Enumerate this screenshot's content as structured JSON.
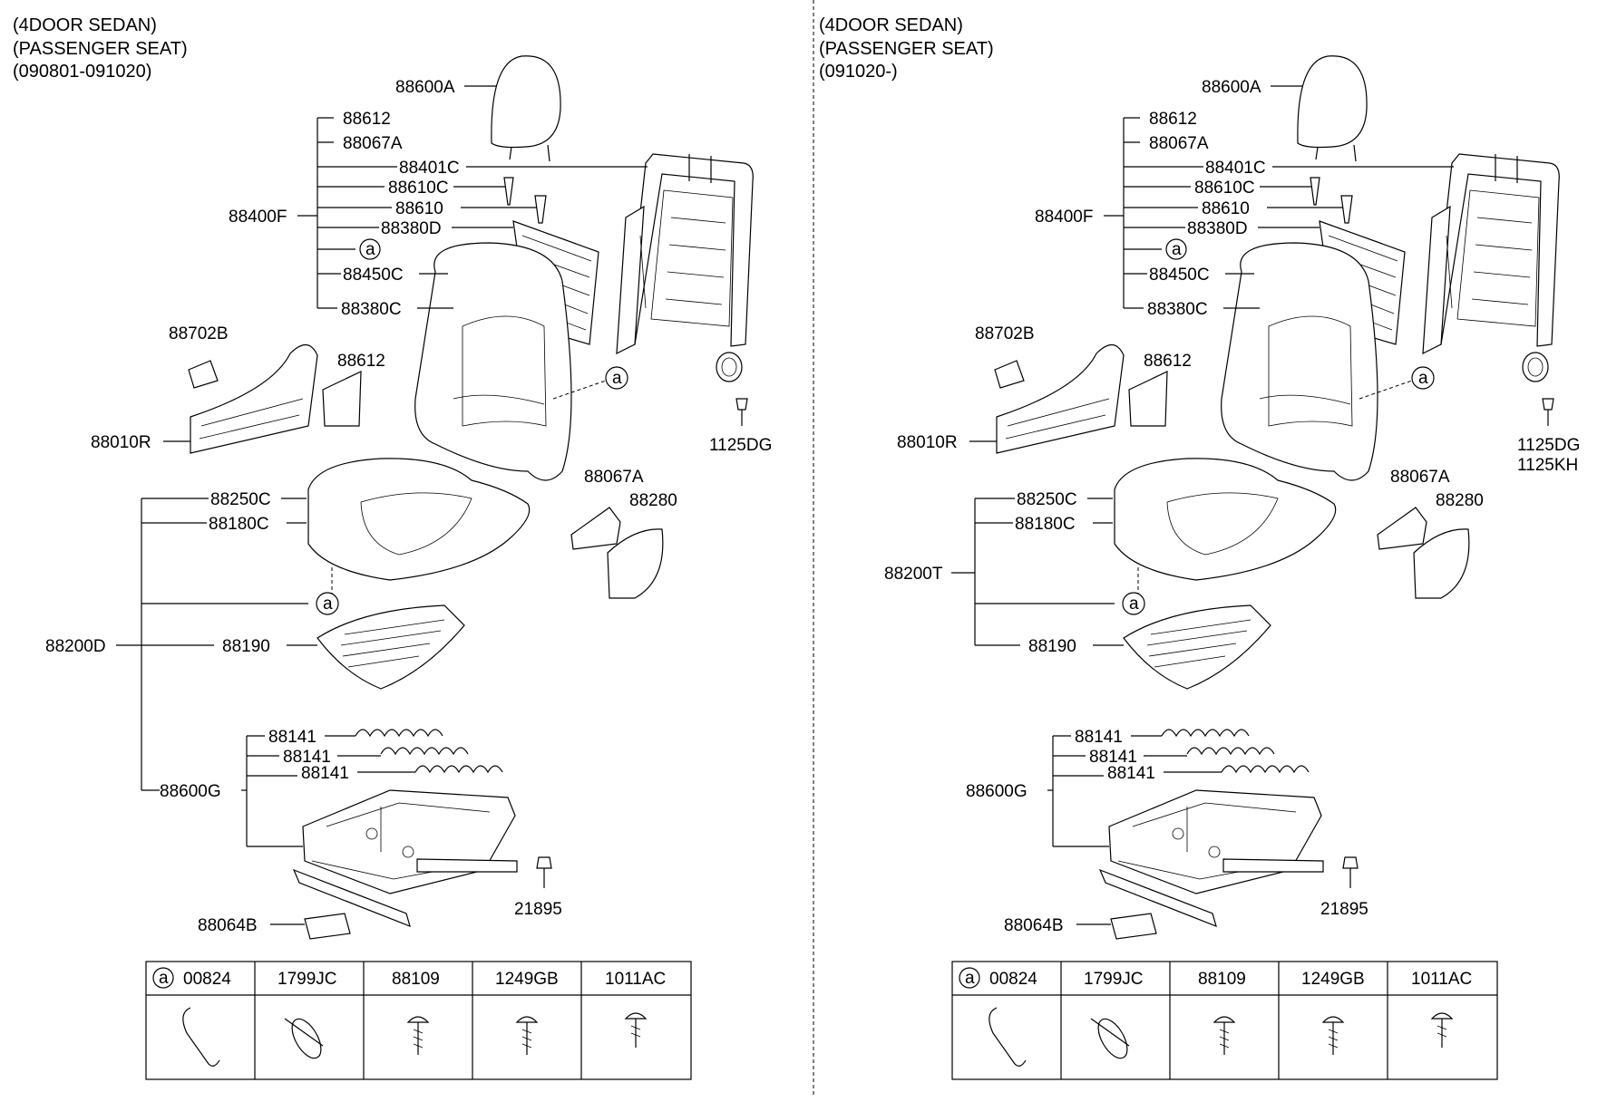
{
  "left": {
    "header": [
      "(4DOOR SEDAN)",
      "(PASSENGER SEAT)",
      "(090801-091020)"
    ],
    "labels": {
      "headrest": "88600A",
      "back_group": "88400F",
      "b1": "88612",
      "b2": "88067A",
      "b3": "88401C",
      "b4": "88610C",
      "b5": "88610",
      "b6": "88380D",
      "b7": "a",
      "b8": "88450C",
      "b9": "88380C",
      "knob": "88702B",
      "side_bracket": "88612",
      "side_cover": "88010R",
      "recliner_screw": "1125DG",
      "ref_a_back": "a",
      "cush_bracket": "88067A",
      "cush_cover": "88280",
      "cush_group": "88200D",
      "c1": "88250C",
      "c2": "88180C",
      "c3": "a",
      "c4": "88190",
      "frame_group": "88600G",
      "s1": "88141",
      "s2": "88141",
      "s3": "88141",
      "nut": "21895",
      "clip": "88064B"
    },
    "table": [
      {
        "ref": "a",
        "code": "00824"
      },
      {
        "code": "1799JC"
      },
      {
        "code": "88109"
      },
      {
        "code": "1249GB"
      },
      {
        "code": "1011AC"
      }
    ]
  },
  "right": {
    "header": [
      "(4DOOR SEDAN)",
      "(PASSENGER SEAT)",
      "(091020-)"
    ],
    "labels": {
      "headrest": "88600A",
      "back_group": "88400F",
      "b1": "88612",
      "b2": "88067A",
      "b3": "88401C",
      "b4": "88610C",
      "b5": "88610",
      "b6": "88380D",
      "b7": "a",
      "b8": "88450C",
      "b9": "88380C",
      "knob": "88702B",
      "side_bracket": "88612",
      "side_cover": "88010R",
      "recliner_screw": "1125DG",
      "recliner_screw_2": "1125KH",
      "ref_a_back": "a",
      "cush_bracket": "88067A",
      "cush_cover": "88280",
      "cush_group": "88200T",
      "c1": "88250C",
      "c2": "88180C",
      "c3": "a",
      "c4": "88190",
      "frame_group": "88600G",
      "s1": "88141",
      "s2": "88141",
      "s3": "88141",
      "nut": "21895",
      "clip": "88064B"
    },
    "table": [
      {
        "ref": "a",
        "code": "00824"
      },
      {
        "code": "1799JC"
      },
      {
        "code": "88109"
      },
      {
        "code": "1249GB"
      },
      {
        "code": "1011AC"
      }
    ]
  }
}
